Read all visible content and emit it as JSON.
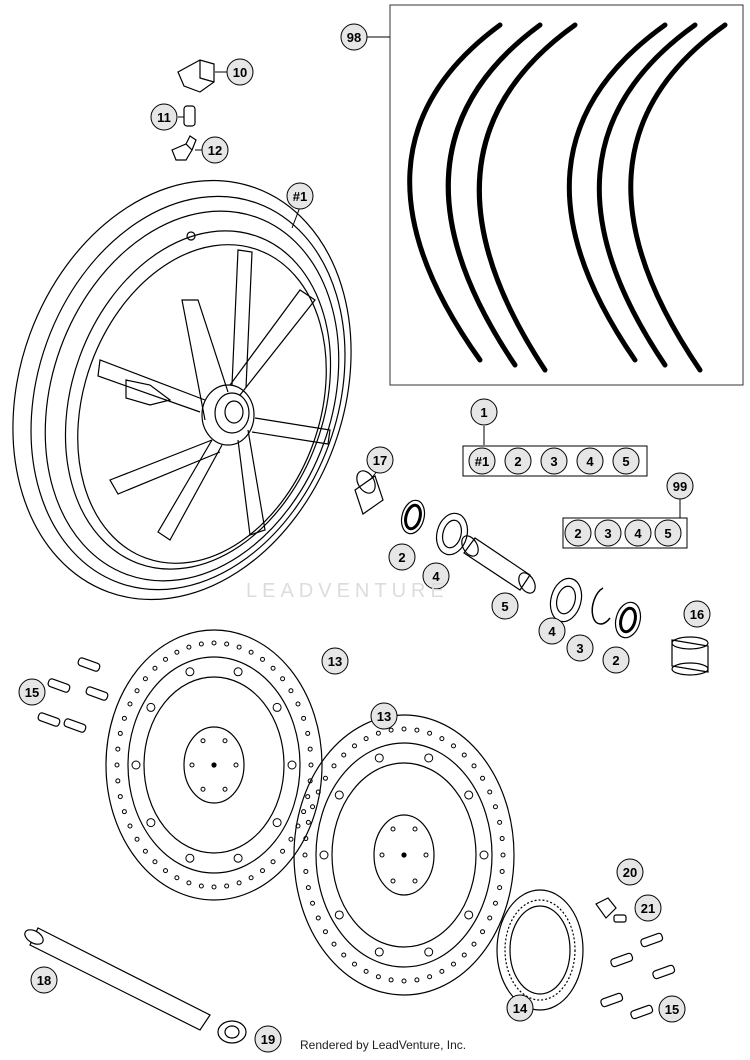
{
  "callouts": {
    "c98": "98",
    "c10": "10",
    "c11": "11",
    "c12": "12",
    "c1wheel": "#1",
    "c1": "1",
    "c99": "99",
    "c17": "17",
    "c16": "16",
    "c2a": "2",
    "c4a": "4",
    "c5a": "5",
    "c4b": "4",
    "c3": "3",
    "c2b": "2",
    "c15a": "15",
    "c13a": "13",
    "c13b": "13",
    "c18": "18",
    "c19": "19",
    "c14": "14",
    "c20": "20",
    "c21": "21",
    "c15b": "15"
  },
  "kit1": {
    "items": [
      "#1",
      "2",
      "3",
      "4",
      "5"
    ]
  },
  "kit99": {
    "items": [
      "2",
      "3",
      "4",
      "5"
    ]
  },
  "watermark": "LEADVENTURE",
  "footer": "Rendered by LeadVenture, Inc.",
  "colors": {
    "line": "#000000",
    "background": "#ffffff",
    "callout_fill": "#e6e6e6"
  }
}
